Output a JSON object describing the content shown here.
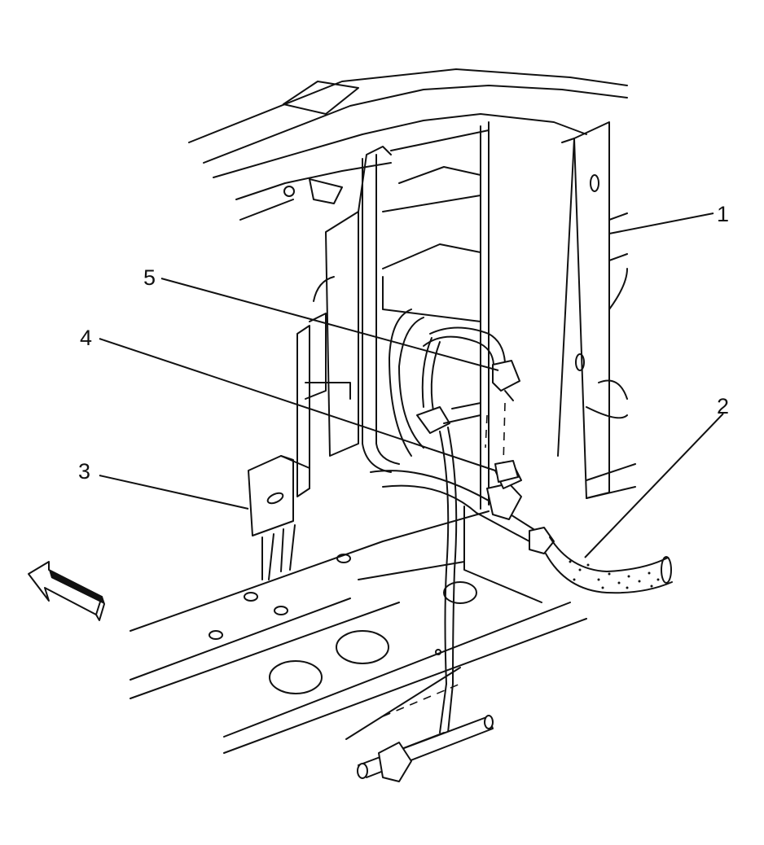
{
  "callouts": [
    {
      "id": "1",
      "label": "1"
    },
    {
      "id": "2",
      "label": "2"
    },
    {
      "id": "3",
      "label": "3"
    },
    {
      "id": "4",
      "label": "4"
    },
    {
      "id": "5",
      "label": "5"
    }
  ],
  "icons": {
    "front_arrow": "front-direction-arrow-icon"
  }
}
